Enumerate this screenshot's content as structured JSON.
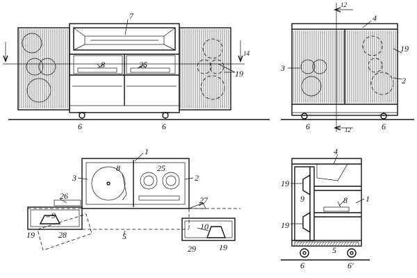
{
  "labels": {
    "front_top": "7",
    "front_turntable": "8",
    "front_tape": "25",
    "front_arrow": "14",
    "front_speaker": "19",
    "front_foot_left": "6",
    "front_foot_right": "6",
    "side_section_top": "12",
    "side_section_bottom": "12",
    "side_top": "4",
    "side_speaker_right": "19",
    "side_left": "3",
    "side_right": "2",
    "side_foot_left": "6",
    "side_foot_right": "6",
    "plan_top": "1",
    "plan_turntable": "8",
    "plan_tape": "25",
    "plan_left": "3",
    "plan_right": "2",
    "plan_lid_left": "26",
    "plan_lid_right": "27",
    "plan_speaker_left": "9",
    "plan_speaker_right": "10",
    "plan_bottom_left_19": "19",
    "plan_bottom_left_28": "28",
    "plan_center": "5",
    "plan_bottom_right_29": "29",
    "plan_bottom_right_19": "19",
    "sec_top": "4",
    "sec_speaker_top": "19",
    "sec_speaker_bottom": "19",
    "sec_panel": "9",
    "sec_turntable": "8",
    "sec_side": "1",
    "sec_base": "5",
    "sec_foot_left": "6",
    "sec_foot_right": "6'"
  }
}
